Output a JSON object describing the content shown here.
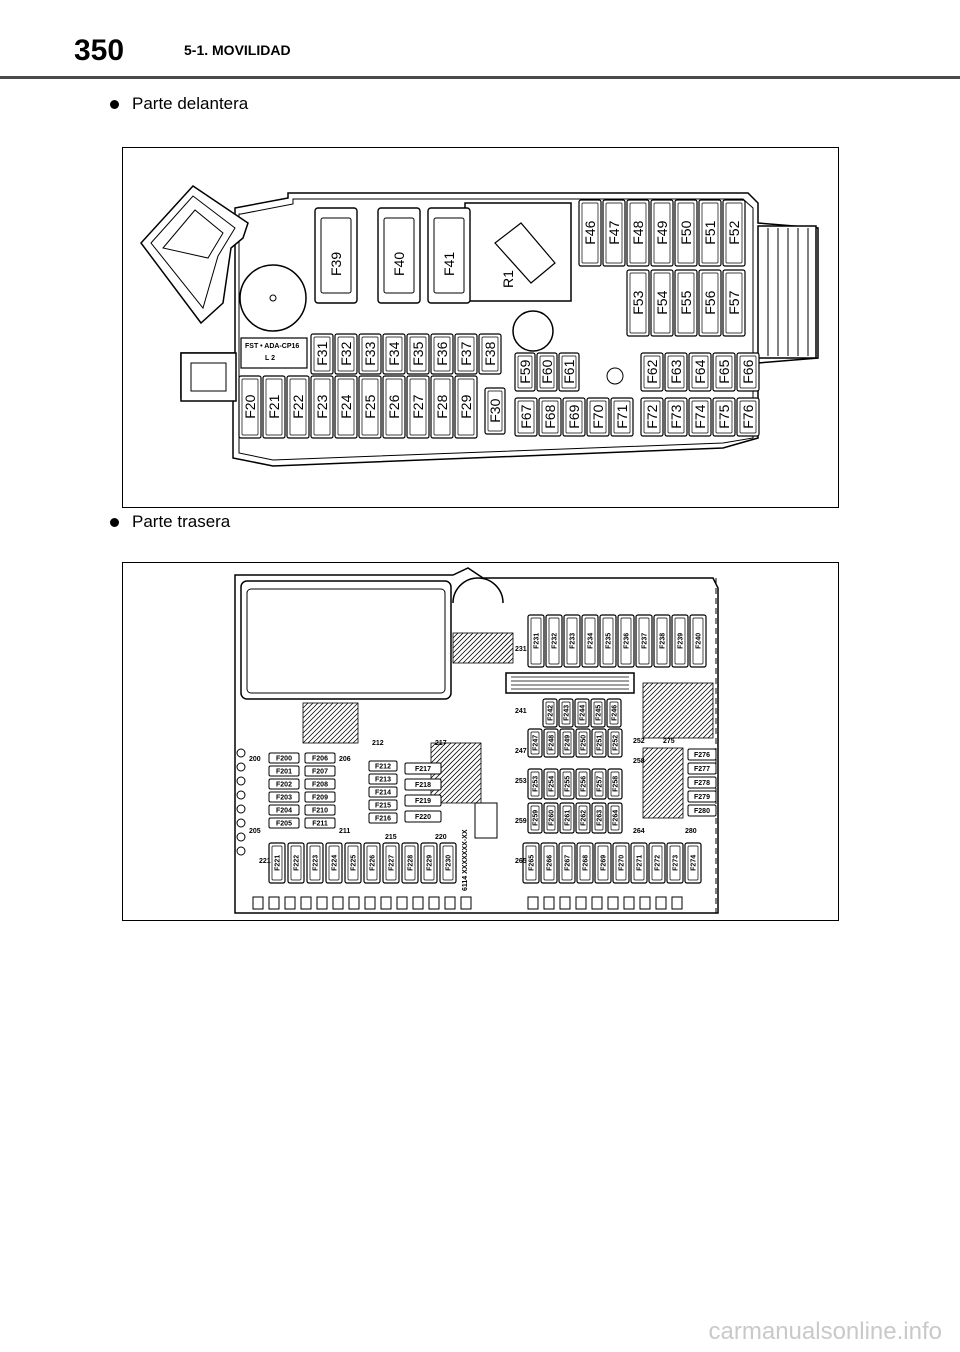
{
  "header": {
    "page_number": "350",
    "chapter": "5-1. MOVILIDAD"
  },
  "sections": [
    {
      "label": "Parte delantera"
    },
    {
      "label": "Parte trasera"
    }
  ],
  "front_box": {
    "relay": "R1",
    "tag_text": "FST • ADA-CP16",
    "tag_sub": "L 2",
    "top_fuses": [
      "F39",
      "F40",
      "F41"
    ],
    "right_top": [
      "F46",
      "F47",
      "F48",
      "F49",
      "F50",
      "F51",
      "F52"
    ],
    "right_mid": [
      "F53",
      "F54",
      "F55",
      "F56",
      "F57"
    ],
    "mid_row": [
      "F31",
      "F32",
      "F33",
      "F34",
      "F35",
      "F36",
      "F37",
      "F38"
    ],
    "bottom_left": [
      "F20",
      "F21",
      "F22",
      "F23",
      "F24",
      "F25",
      "F26",
      "F27",
      "F28",
      "F29"
    ],
    "f30": "F30",
    "small_top": [
      "F59",
      "F60",
      "F61"
    ],
    "small_right_top": [
      "F62",
      "F63",
      "F64",
      "F65",
      "F66"
    ],
    "small_bottom": [
      "F67",
      "F68",
      "F69",
      "F70",
      "F71"
    ],
    "small_right_bottom": [
      "F72",
      "F73",
      "F74",
      "F75",
      "F76"
    ]
  },
  "rear_box": {
    "group_a_left": [
      "F200",
      "F201",
      "F202",
      "F203",
      "F204",
      "F205"
    ],
    "group_a_right": [
      "F206",
      "F207",
      "F208",
      "F209",
      "F210",
      "F211"
    ],
    "group_b_left": [
      "F212",
      "F213",
      "F214",
      "F215",
      "F216"
    ],
    "group_b_right": [
      "F217",
      "F218",
      "F219",
      "F220"
    ],
    "bottom_left": [
      "F221",
      "F222",
      "F223",
      "F224",
      "F225",
      "F226",
      "F227",
      "F228",
      "F229",
      "F230"
    ],
    "top_right": [
      "F231",
      "F232",
      "F233",
      "F234",
      "F235",
      "F236",
      "F237",
      "F238",
      "F239",
      "F240"
    ],
    "mid_row1": [
      "F247",
      "F248",
      "F249",
      "F250",
      "F251",
      "F252"
    ],
    "mid_row0": [
      "F242",
      "F243",
      "F244",
      "F245",
      "F246"
    ],
    "mid_row2": [
      "F253",
      "F254",
      "F255",
      "F256",
      "F257",
      "F258"
    ],
    "mid_row3": [
      "F259",
      "F260",
      "F261",
      "F262",
      "F263",
      "F264"
    ],
    "bottom_right": [
      "F265",
      "F266",
      "F267",
      "F268",
      "F269",
      "F270",
      "F271",
      "F272",
      "F273",
      "F274"
    ],
    "right_col": [
      "F276",
      "F277",
      "F278",
      "F279",
      "F280"
    ],
    "markers": [
      "200",
      "206",
      "205",
      "211",
      "212",
      "217",
      "215",
      "220",
      "221",
      "231",
      "241",
      "247",
      "252",
      "253",
      "258",
      "259",
      "264",
      "265",
      "275",
      "280"
    ],
    "code_text": "6114 XXXXXXX-XX"
  },
  "footer": {
    "watermark": "carmanualsonline.info"
  }
}
